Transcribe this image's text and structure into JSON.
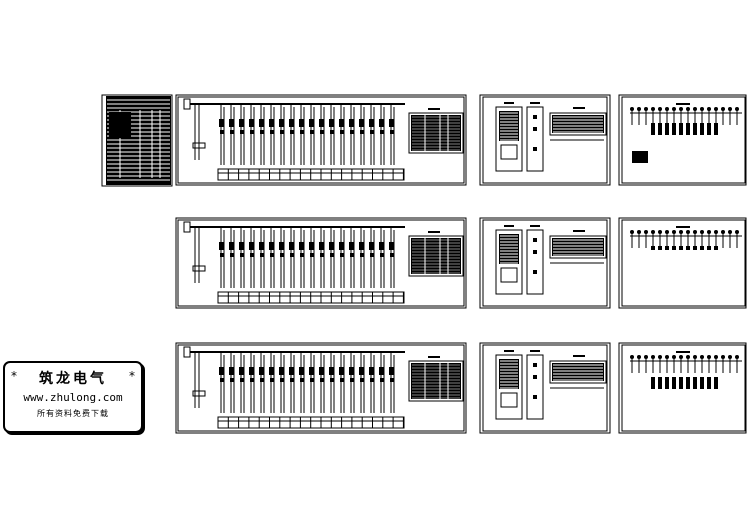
{
  "stamp": {
    "title": "筑龙电气",
    "url": "www.zhulong.com",
    "subtitle": "所有资料免费下载",
    "star": "*"
  },
  "sheets": {
    "rows": 3,
    "feeder_columns_per_diagram": 18,
    "colors": {
      "line": "#000000",
      "background": "#ffffff"
    }
  }
}
